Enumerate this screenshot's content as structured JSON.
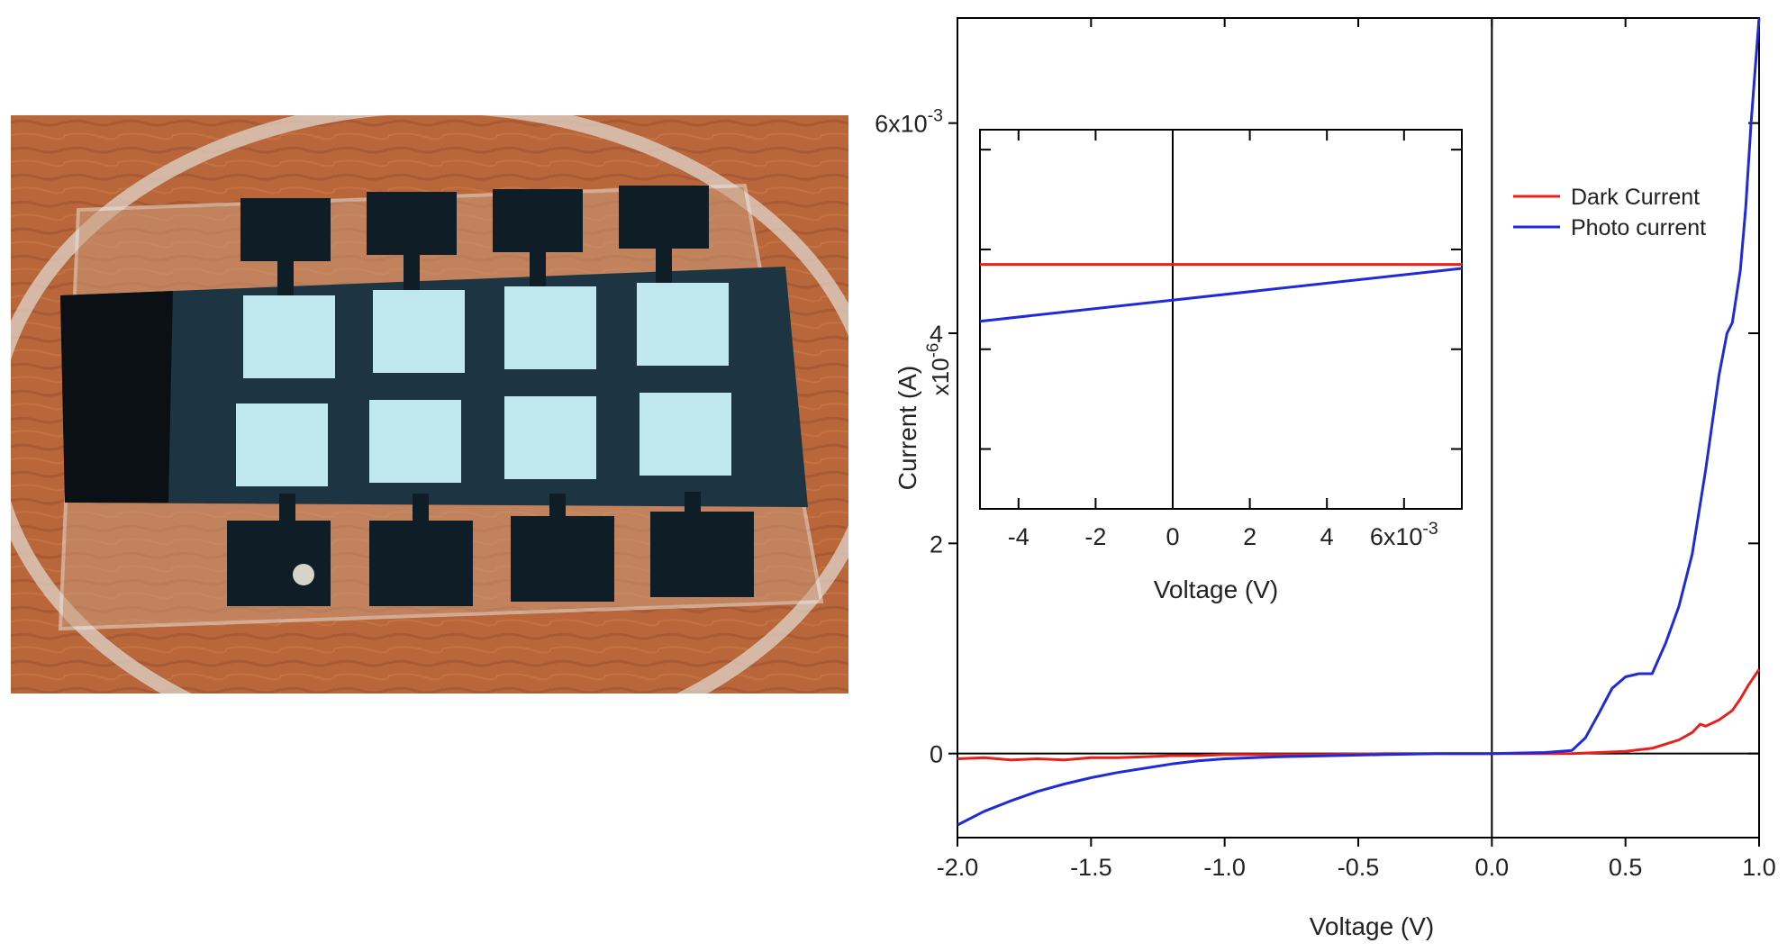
{
  "photo": {
    "subject": "device-substrate-photo",
    "colors": {
      "wood": "#b8663a",
      "glass_rim": "#d9c7b8",
      "dark_layer": "#1d3542",
      "pad": "#bfe9ee",
      "electrode": "#0f1d27"
    }
  },
  "chart_data": [
    {
      "type": "line",
      "xlabel": "Voltage (V)",
      "ylabel": "Current (A)",
      "xlim": [
        -2.0,
        1.0
      ],
      "ylim": [
        -0.0008,
        0.007
      ],
      "x_ticks": [
        "-2.0",
        "-1.5",
        "-1.0",
        "-0.5",
        "0.0",
        "0.5",
        "1.0"
      ],
      "x_tick_values": [
        -2.0,
        -1.5,
        -1.0,
        -0.5,
        0.0,
        0.5,
        1.0
      ],
      "y_ticks": [
        "0",
        "2",
        "4",
        "6x10-3"
      ],
      "y_tick_values": [
        0,
        0.002,
        0.004,
        0.006
      ],
      "y_multiplier": "x10-3",
      "legend_position": "right",
      "grid": false,
      "series": [
        {
          "name": "Dark Current",
          "color": "#e8201c",
          "x": [
            -2.0,
            -1.9,
            -1.8,
            -1.7,
            -1.6,
            -1.5,
            -1.4,
            -1.3,
            -1.2,
            -1.1,
            -1.0,
            -0.8,
            -0.6,
            -0.4,
            -0.2,
            0.0,
            0.2,
            0.3,
            0.4,
            0.5,
            0.6,
            0.65,
            0.7,
            0.75,
            0.78,
            0.8,
            0.85,
            0.9,
            0.93,
            0.96,
            1.0
          ],
          "y": [
            -5e-05,
            -4e-05,
            -6e-05,
            -5e-05,
            -6e-05,
            -4e-05,
            -4e-05,
            -3e-05,
            -2e-05,
            -2e-05,
            -1e-05,
            -1e-05,
            -1e-05,
            0.0,
            0.0,
            0.0,
            0.0,
            0.0,
            1e-05,
            2e-05,
            5e-05,
            9e-05,
            0.00013,
            0.0002,
            0.00028,
            0.00026,
            0.00032,
            0.00041,
            0.00052,
            0.00065,
            0.0008
          ]
        },
        {
          "name": "Photo current",
          "color": "#1f2bd6",
          "x": [
            -2.0,
            -1.9,
            -1.8,
            -1.7,
            -1.6,
            -1.5,
            -1.4,
            -1.3,
            -1.2,
            -1.1,
            -1.0,
            -0.8,
            -0.6,
            -0.4,
            -0.2,
            0.0,
            0.2,
            0.3,
            0.35,
            0.4,
            0.45,
            0.5,
            0.55,
            0.6,
            0.65,
            0.7,
            0.75,
            0.8,
            0.85,
            0.88,
            0.9,
            0.93,
            0.95,
            0.97,
            1.0
          ],
          "y": [
            -0.00068,
            -0.00055,
            -0.00045,
            -0.00036,
            -0.00029,
            -0.00023,
            -0.00018,
            -0.00014,
            -0.0001,
            -7e-05,
            -5e-05,
            -3e-05,
            -2e-05,
            -1e-05,
            0.0,
            0.0,
            1e-05,
            3e-05,
            0.00015,
            0.00038,
            0.00062,
            0.00073,
            0.00076,
            0.00076,
            0.00105,
            0.0014,
            0.0019,
            0.0027,
            0.0036,
            0.004,
            0.0041,
            0.0046,
            0.0052,
            0.006,
            0.007
          ]
        }
      ]
    },
    {
      "type": "line",
      "xlabel": "Voltage (V)",
      "ylabel": "",
      "xlim": [
        -0.005,
        0.0075
      ],
      "ylim": [
        2.4e-06,
        6.2e-06
      ],
      "x_ticks": [
        "-4",
        "-2",
        "0",
        "2",
        "4",
        "6x10-3"
      ],
      "x_tick_values": [
        -0.004,
        -0.002,
        0.0,
        0.002,
        0.004,
        0.006
      ],
      "x_multiplier": "x10-3",
      "y_ticks": [
        "4"
      ],
      "y_tick_values": [
        4e-06
      ],
      "y_multiplier": "x10-6",
      "grid": false,
      "series": [
        {
          "color": "#e8201c",
          "x": [
            -0.005,
            0.0075
          ],
          "y": [
            4.85e-06,
            4.85e-06
          ]
        },
        {
          "color": "#1f2bd6",
          "x": [
            -0.005,
            0.0075
          ],
          "y": [
            4.28e-06,
            4.81e-06
          ]
        }
      ]
    }
  ]
}
